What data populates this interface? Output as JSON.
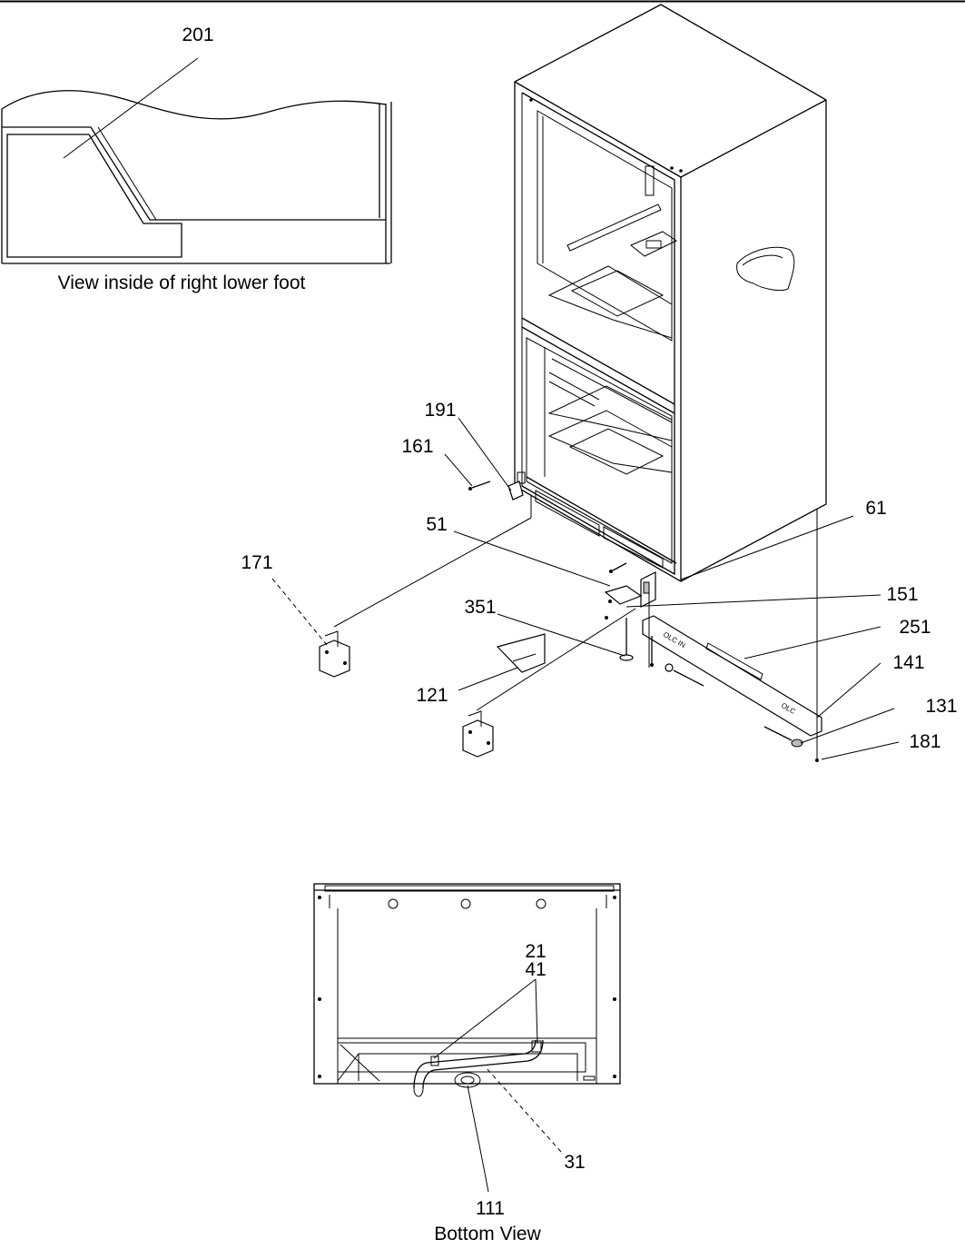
{
  "callouts": {
    "c201": "201",
    "c191": "191",
    "c161": "161",
    "c51": "51",
    "c61": "61",
    "c171": "171",
    "c151": "151",
    "c351": "351",
    "c251": "251",
    "c141": "141",
    "c121": "121",
    "c131": "131",
    "c181": "181",
    "c21": "21",
    "c41": "41",
    "c31": "31",
    "c111": "111"
  },
  "captions": {
    "inset": "View inside of right lower foot",
    "bottom": "Bottom View"
  }
}
